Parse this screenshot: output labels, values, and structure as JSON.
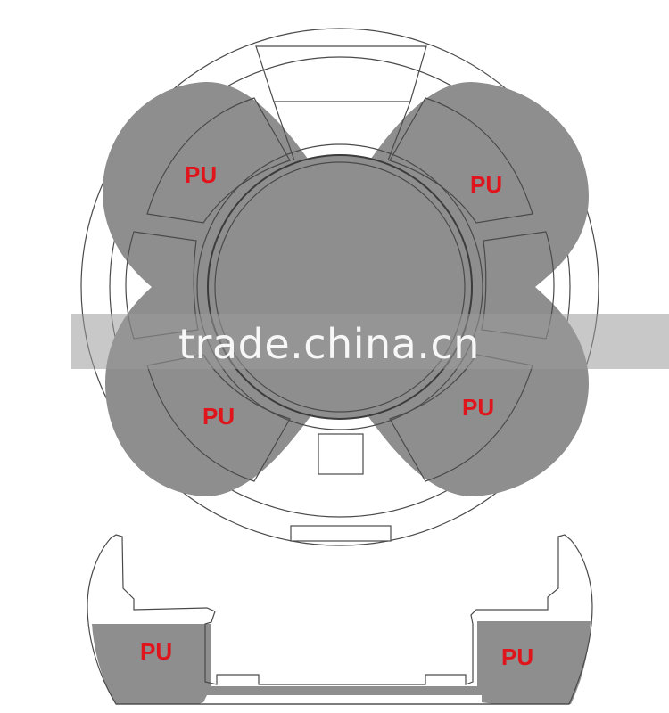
{
  "diagram": {
    "material_label": "PU",
    "labels": [
      "PU",
      "PU",
      "PU",
      "PU",
      "PU",
      "PU"
    ],
    "watermark": "trade.china.cn",
    "colors": {
      "background": "#ffffff",
      "fill_gray": "#8e8e8e",
      "line": "#4a4a4a",
      "label_red": "#e0141b"
    }
  }
}
